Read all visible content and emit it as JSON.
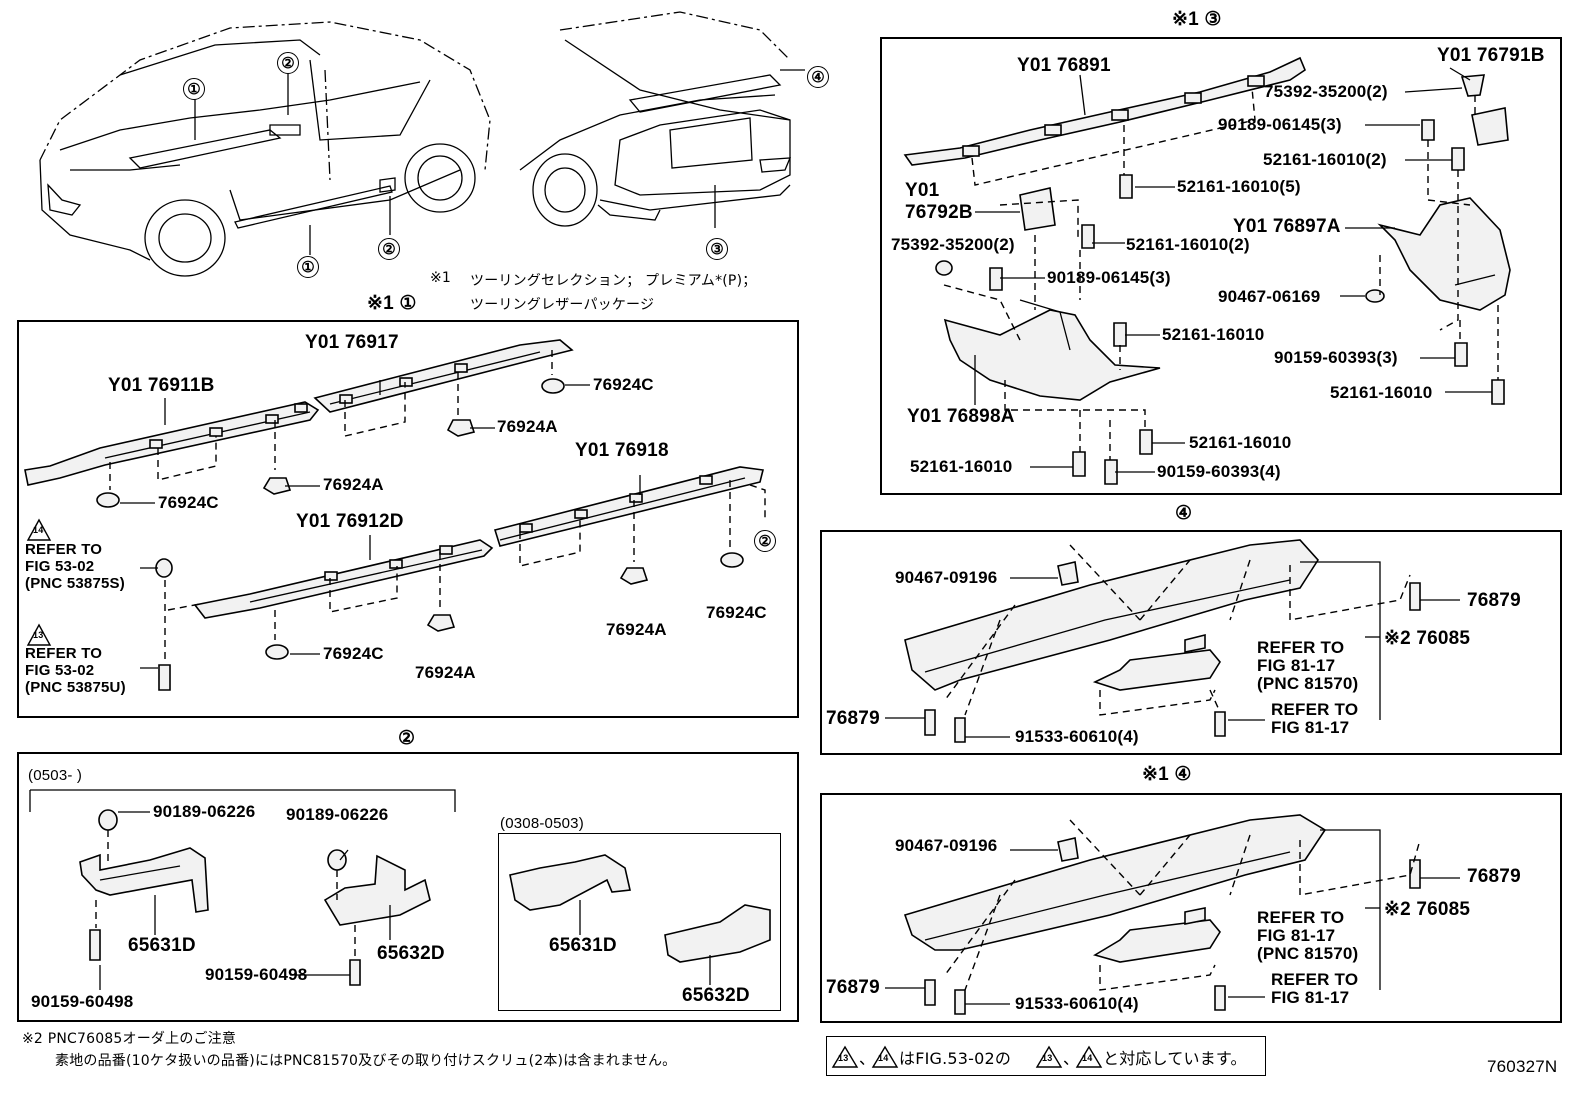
{
  "diagram_code": "760327N",
  "note_1": {
    "mark": "※1",
    "line1": "ツーリングセレクション； プレミアム*(P)；",
    "line2": "ツーリングレザーパッケージ"
  },
  "callouts": {
    "c1": "①",
    "c2": "②",
    "c3": "③",
    "c4": "④"
  },
  "section_titles": {
    "s1": "※1 ①",
    "s2": "②",
    "s3": "※1 ③",
    "s4": "④",
    "s5": "※1 ④"
  },
  "panel_1": {
    "labels": {
      "p_76917": "Y01 76917",
      "p_76911b": "Y01 76911B",
      "p_76918": "Y01 76918",
      "p_76912d": "Y01 76912D",
      "c_a": "76924C",
      "a_a": "76924A",
      "a_b": "76924A",
      "c_b": "76924C",
      "c_c": "76924C",
      "a_c": "76924A",
      "a_d": "76924A",
      "c_d": "76924C"
    },
    "refer_14": {
      "tri": "14",
      "line1": "REFER TO",
      "line2": "FIG 53-02",
      "line3": "(PNC 53875S)"
    },
    "refer_13": {
      "tri": "13",
      "line1": "REFER TO",
      "line2": "FIG 53-02",
      "line3": "(PNC 53875U)"
    },
    "circle_ref": "②"
  },
  "panel_2": {
    "range_a": "(0503-        )",
    "range_b": "(0308-0503)",
    "labels": {
      "b1": "90189-06226",
      "b2": "90189-06226",
      "s1": "65631D",
      "s2": "65632D",
      "s3": "90159-60498",
      "s4": "90159-60498",
      "s5": "65631D",
      "s6": "65632D"
    }
  },
  "panel_3": {
    "labels": {
      "y76891": "Y01 76891",
      "y76791b": "Y01 76791B",
      "l1": "75392-35200(2)",
      "l2": "90189-06145(3)",
      "l3": "52161-16010(2)",
      "l4": "52161-16010(5)",
      "y76792b_1": "Y01",
      "y76792b_2": "76792B",
      "l5": "75392-35200(2)",
      "l6": "52161-16010(2)",
      "y76897a": "Y01 76897A",
      "l7": "90189-06145(3)",
      "l8": "90467-06169",
      "l9": "52161-16010",
      "l10": "90159-60393(3)",
      "l11": "52161-16010",
      "y76898a": "Y01 76898A",
      "l12": "52161-16010",
      "l13": "52161-16010",
      "l14": "90159-60393(4)"
    }
  },
  "panel_4": {
    "labels": {
      "clip": "90467-09196",
      "p76879a": "76879",
      "p76085": "※2 76085",
      "ref_a1": "REFER TO",
      "ref_a2": "FIG 81-17",
      "ref_a3": "(PNC 81570)",
      "p76879b": "76879",
      "screw": "91533-60610(4)",
      "ref_b1": "REFER TO",
      "ref_b2": "FIG 81-17"
    }
  },
  "panel_5": {
    "labels": {
      "clip": "90467-09196",
      "p76879a": "76879",
      "p76085": "※2 76085",
      "ref_a1": "REFER TO",
      "ref_a2": "FIG 81-17",
      "ref_a3": "(PNC 81570)",
      "p76879b": "76879",
      "screw": "91533-60610(4)",
      "ref_b1": "REFER TO",
      "ref_b2": "FIG 81-17"
    }
  },
  "note_2": {
    "line1": "※2 PNC76085オーダ上のご注意",
    "line2": "素地の品番(10ケタ扱いの品番)にはPNC81570及びその取り付けスクリュ(2本)は含まれません。"
  },
  "note_3": {
    "t13a": "13",
    "t14a": "14",
    "text1": "、",
    "text2": "はFIG.53-02の",
    "t13b": "13",
    "t14b": "14",
    "text3": "、",
    "text4": "と対応しています。"
  }
}
